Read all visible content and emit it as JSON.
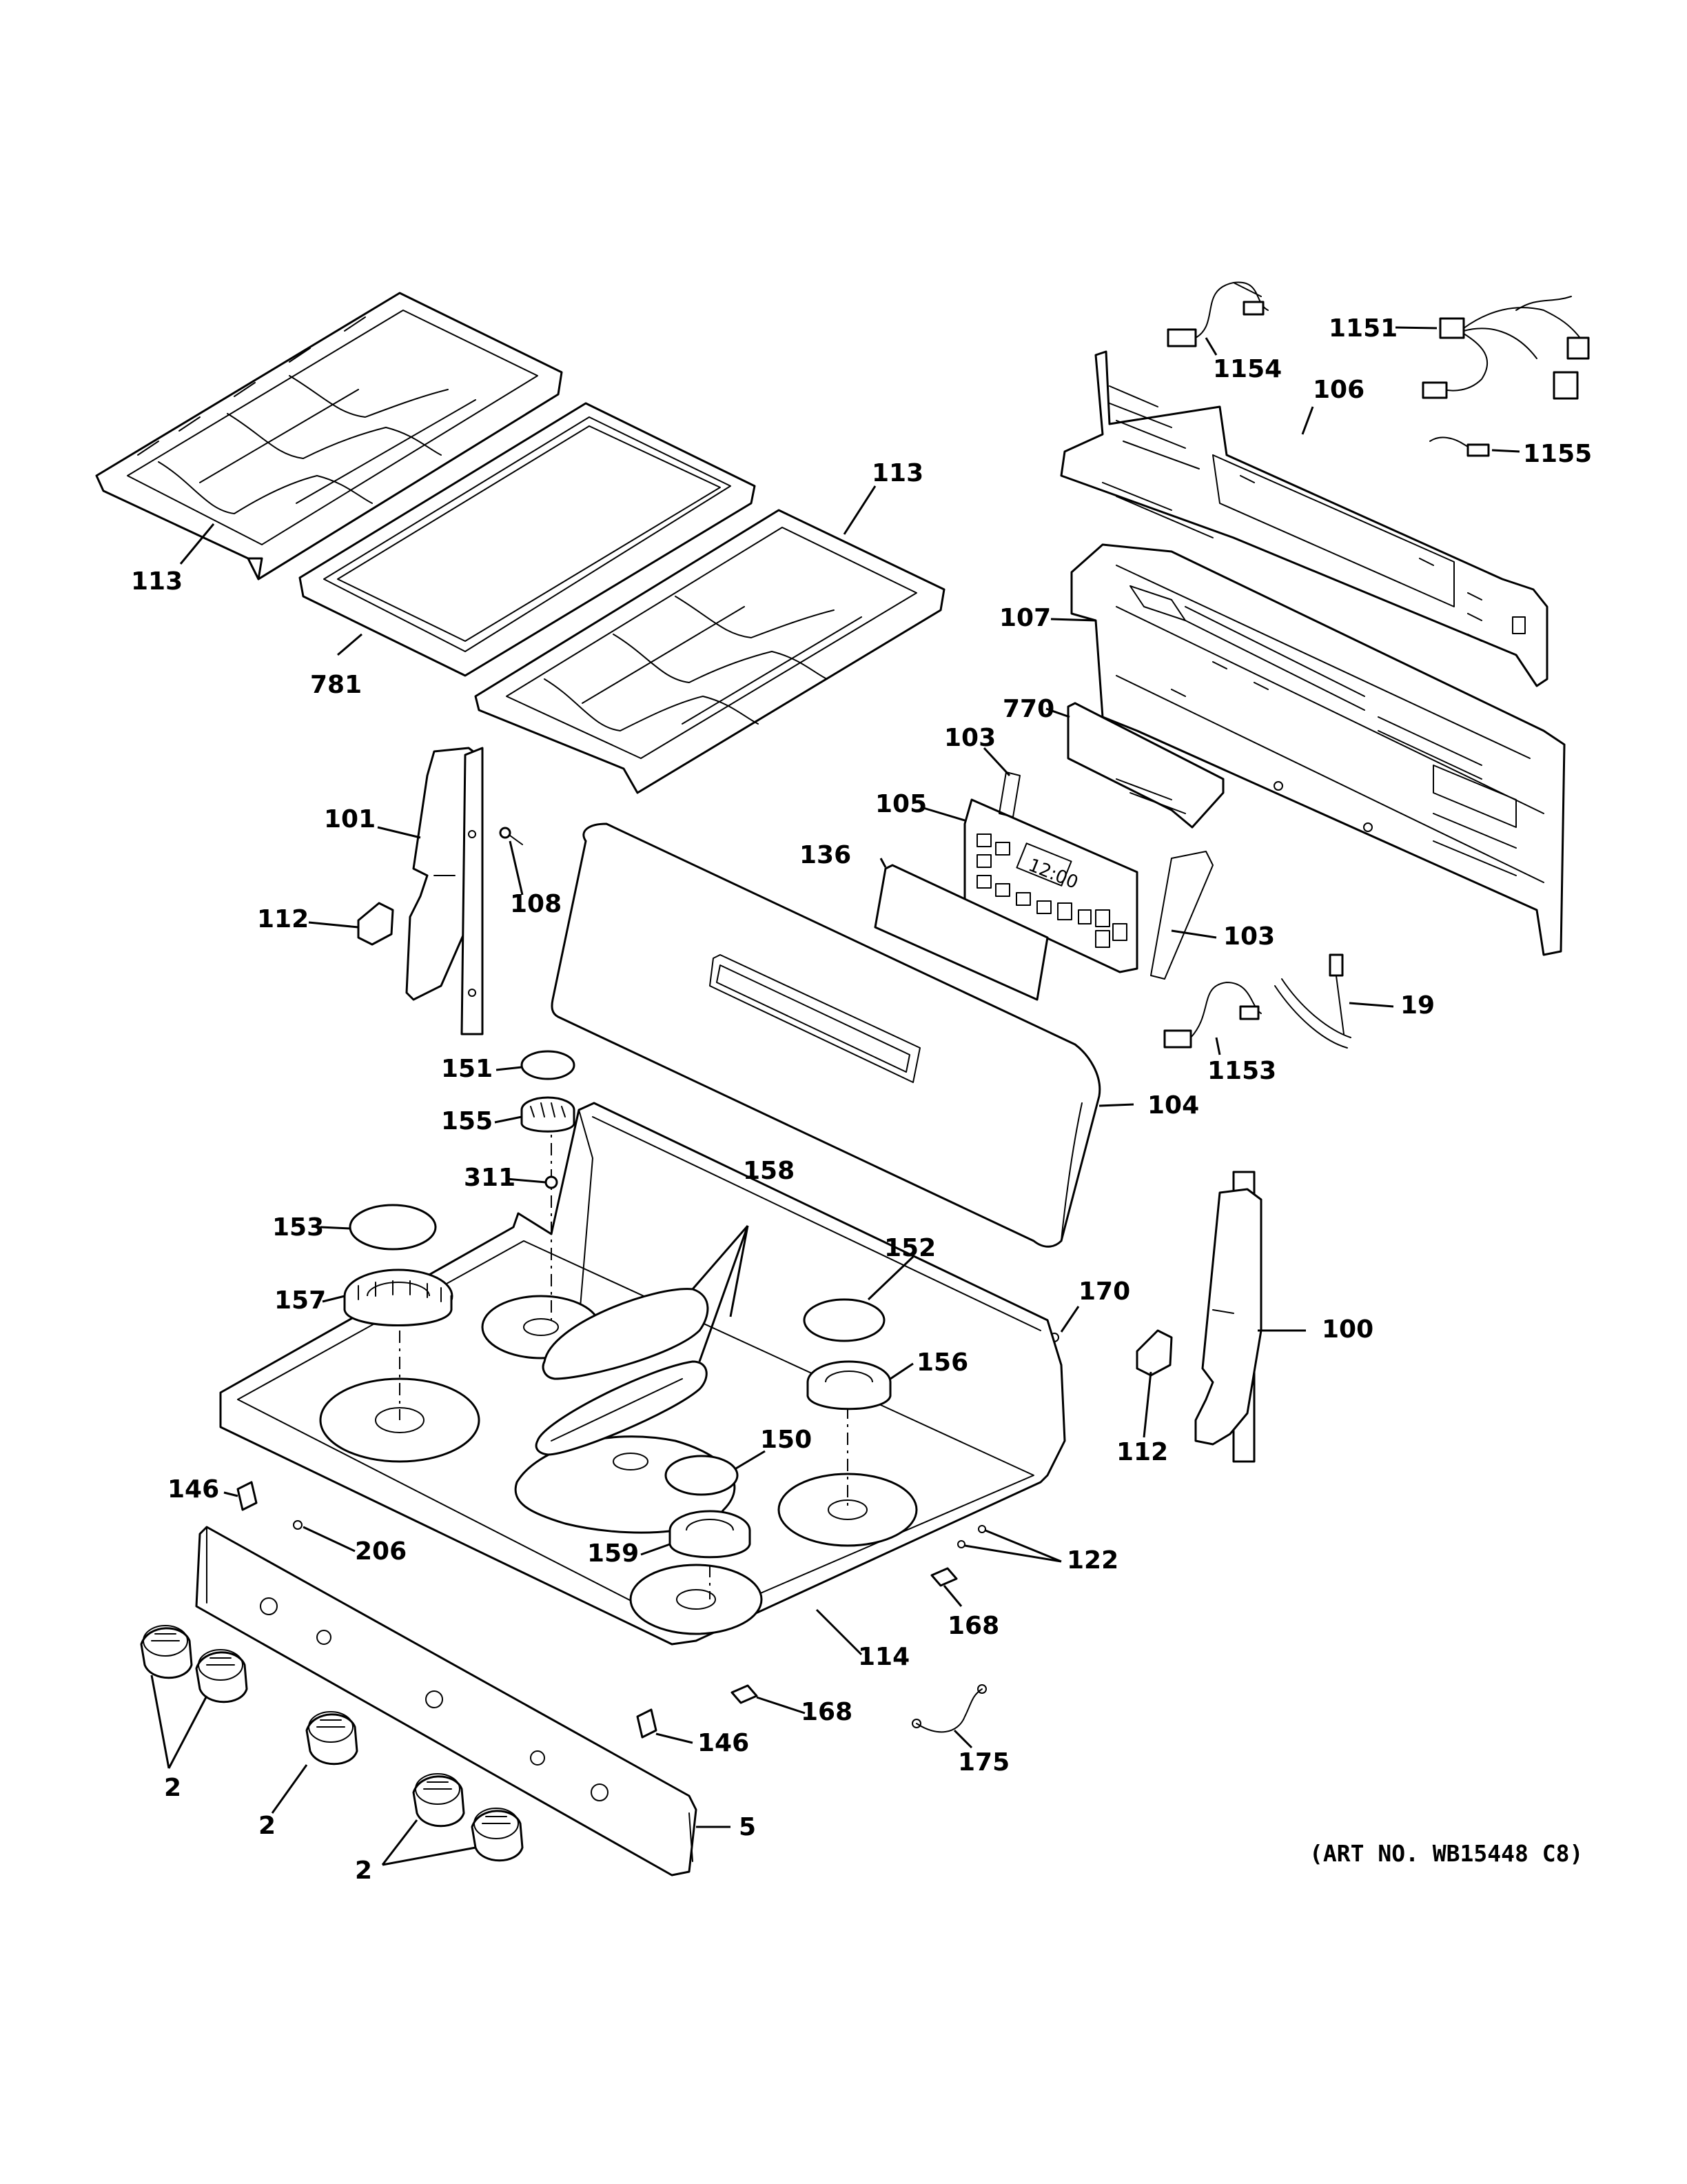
{
  "diagram": {
    "art_number": "(ART NO. WB15448 C8)",
    "display_time": "12:00",
    "callouts": {
      "c113a": "113",
      "c113b": "113",
      "c781": "781",
      "c1154": "1154",
      "c1151": "1151",
      "c106": "106",
      "c1155": "1155",
      "c107": "107",
      "c770": "770",
      "c103a": "103",
      "c105": "105",
      "c136": "136",
      "c103b": "103",
      "c19": "19",
      "c1153": "1153",
      "c101": "101",
      "c108": "108",
      "c112a": "112",
      "c151": "151",
      "c155": "155",
      "c104": "104",
      "c311": "311",
      "c158": "158",
      "c153": "153",
      "c152": "152",
      "c170": "170",
      "c157": "157",
      "c156": "156",
      "c100": "100",
      "c112b": "112",
      "c150": "150",
      "c146a": "146",
      "c206": "206",
      "c159": "159",
      "c122": "122",
      "c168a": "168",
      "c114": "114",
      "c168b": "168",
      "c146b": "146",
      "c175": "175",
      "c2a": "2",
      "c2b": "2",
      "c2c": "2",
      "c5": "5"
    }
  }
}
